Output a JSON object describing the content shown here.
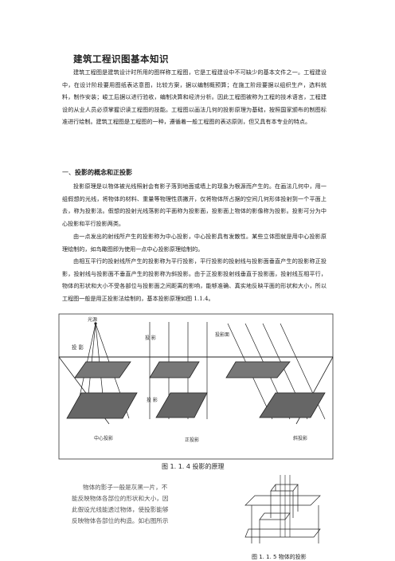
{
  "title": "建筑工程识图基本知识",
  "paragraphs": [
    "建筑工程图是建筑设计时所用的图样称工程图，它是工程建设中不可缺少的基本文件之一。工程建设中，在设计阶段要用图纸表达意图，比较方案，据以编制概预算；在施工阶段要据以组织生产，选料就料，制作安装；峻工后据以进行验收，编制决算和经济分析。因此工程图被称为工程的技术语言，工程建设的从业人员必须掌握识读工程图的技能。工程图以画法几何的投影原理为基础，按照国家颁布的制图标准进行绘制。建筑工程图是工程图的一种，遵循着一般工程图的表达原则，但又具有本专业的特点。",
    "投影原理是以物体被光线照射会有影子落到地面或墙上的现象为根源而产生的。在画法几何中，用一组假想的光线，将物体的材料、重量等物理性质撇开，仅将物体所占据的空间几何形体投射到一个平面上去，称为投影法。假想的投射光线落影的平面称为投影面，投影面上物体的影像称为投影。投影可分为中心投影和平行投影两类。",
    "由一点发出的射线所产生的投影称为中心投影，中心投影具有发散性。某些立体图就是用中心投影原理绘制的，如鸟瞰图即为使用一点中心投影原理绘制的。",
    "由相互平行的投射线所产生的投影称为平行投影，平行投影的投射线与投影面垂直产生的投影称正投影，投射线与投影面不垂直产生的投影称为斜投影。由于正投影投射线垂直于投影面，投射线互相平行，物体的形状和大小不受各部位与投影面之间距离的影响，能够准确、真实地反映平面的形状和大小，所以工程图一般是用正投影法绘制的，基本投影原理如图 1.1.4。"
  ],
  "section_heading": {
    "number": "一、",
    "text": "投影的概念和正投影"
  },
  "figure": {
    "labels": {
      "light_source": "光源",
      "projection_top": "投  影",
      "projection_plane": "投影面",
      "projection_left": "投  影",
      "projection_mid": "投  影",
      "central": "中心投影",
      "orthographic": "正投影",
      "oblique": "斜投影"
    },
    "caption": "图 1. 1. 4 投影的原理"
  },
  "bottom_text": "物体的影子一般是灰黑一片，不能反映物体各部位的形状和大小，因此假设光线能透过物体，使投影能够反映物体各部位的构造。如右图所示",
  "figure2_caption": "图 1. 1. 5 物体的投影"
}
